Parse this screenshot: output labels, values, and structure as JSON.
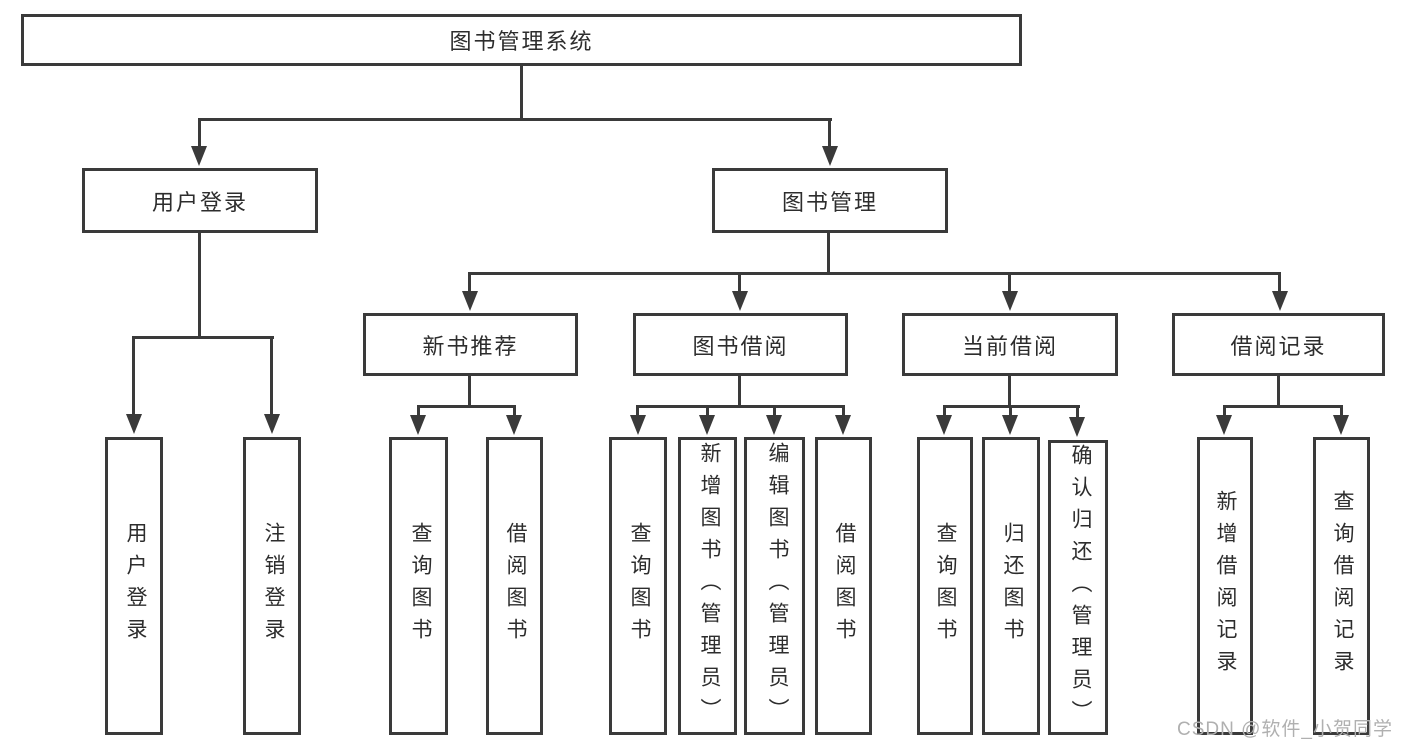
{
  "colors": {
    "line": "#3a3a3a",
    "text": "#2d2d2d",
    "background": "#ffffff",
    "watermark": "#b0b0b0"
  },
  "watermark": "CSDN @软件_小贺同学",
  "tree": {
    "label": "图书管理系统",
    "children": [
      {
        "label": "用户登录",
        "children": [
          {
            "label": "用户登录"
          },
          {
            "label": "注销登录"
          }
        ]
      },
      {
        "label": "图书管理",
        "children": [
          {
            "label": "新书推荐",
            "children": [
              {
                "label": "查询图书"
              },
              {
                "label": "借阅图书"
              }
            ]
          },
          {
            "label": "图书借阅",
            "children": [
              {
                "label": "查询图书"
              },
              {
                "label": "新增图书（管理员）"
              },
              {
                "label": "编辑图书（管理员）"
              },
              {
                "label": "借阅图书"
              }
            ]
          },
          {
            "label": "当前借阅",
            "children": [
              {
                "label": "查询图书"
              },
              {
                "label": "归还图书"
              },
              {
                "label": "确认归还（管理员）"
              }
            ]
          },
          {
            "label": "借阅记录",
            "children": [
              {
                "label": "新增借阅记录"
              },
              {
                "label": "查询借阅记录"
              }
            ]
          }
        ]
      }
    ]
  }
}
